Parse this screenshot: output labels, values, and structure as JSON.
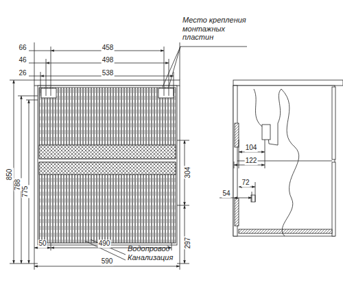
{
  "diagram": {
    "labels": [
      "Место крепления монтажных пластин",
      "66",
      "458",
      "46",
      "498",
      "26",
      "538",
      "850",
      "788",
      "775",
      "304",
      "297",
      "50",
      "490",
      "590",
      "Водопровод Канализация",
      "104",
      "122",
      "72",
      "54"
    ]
  }
}
